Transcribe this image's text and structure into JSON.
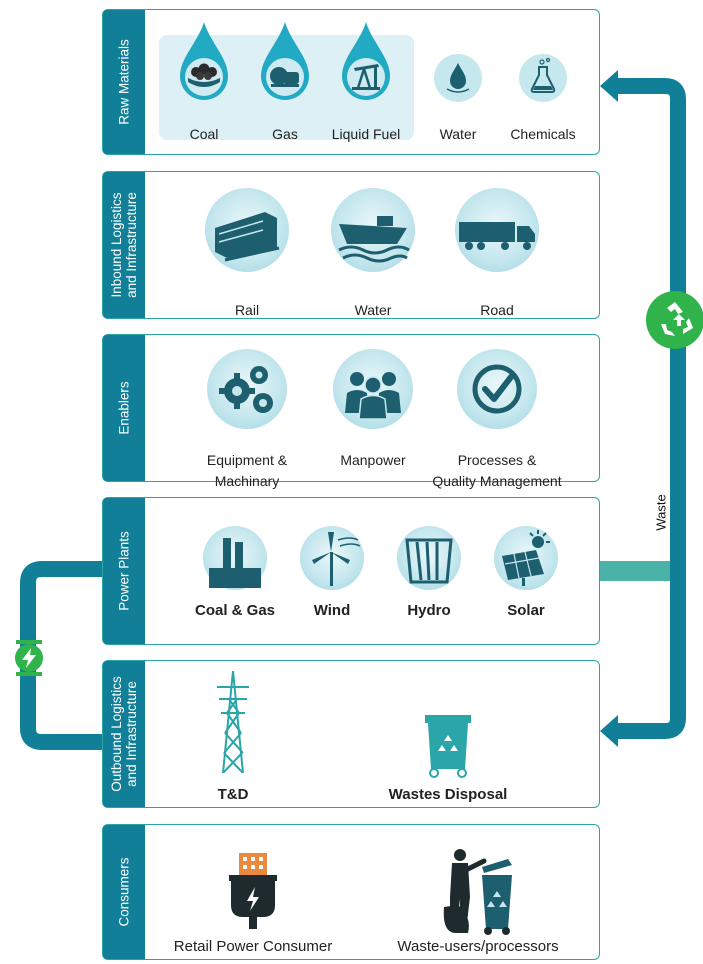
{
  "rows": {
    "raw": {
      "title": "Raw Materials",
      "items": [
        "Coal",
        "Gas",
        "Liquid Fuel",
        "Water",
        "Chemicals"
      ]
    },
    "inbound": {
      "title_line1": "Inbound Logistics",
      "title_line2": "and Infrastructure",
      "items": [
        "Rail",
        "Water",
        "Road"
      ]
    },
    "enablers": {
      "title": "Enablers",
      "items": [
        {
          "line1": "Equipment &",
          "line2": "Machinary"
        },
        {
          "line1": "Manpower",
          "line2": ""
        },
        {
          "line1": "Processes &",
          "line2": "Quality Management"
        }
      ]
    },
    "plants": {
      "title": "Power Plants",
      "items": [
        "Coal & Gas",
        "Wind",
        "Hydro",
        "Solar"
      ]
    },
    "outbound": {
      "title_line1": "Outbound Logistics",
      "title_line2": "and Infrastructure",
      "items": [
        "T&D",
        "Wastes Disposal"
      ]
    },
    "consumers": {
      "title": "Consumers",
      "items": [
        "Retail Power Consumer",
        "Waste-users/processors"
      ]
    }
  },
  "waste_label": "Waste",
  "colors": {
    "primary": "#107f97",
    "border": "#2aa5a8",
    "green": "#2fb34a",
    "icon_dark": "#1d5f6f",
    "circle_light": "#c5e7ee"
  }
}
